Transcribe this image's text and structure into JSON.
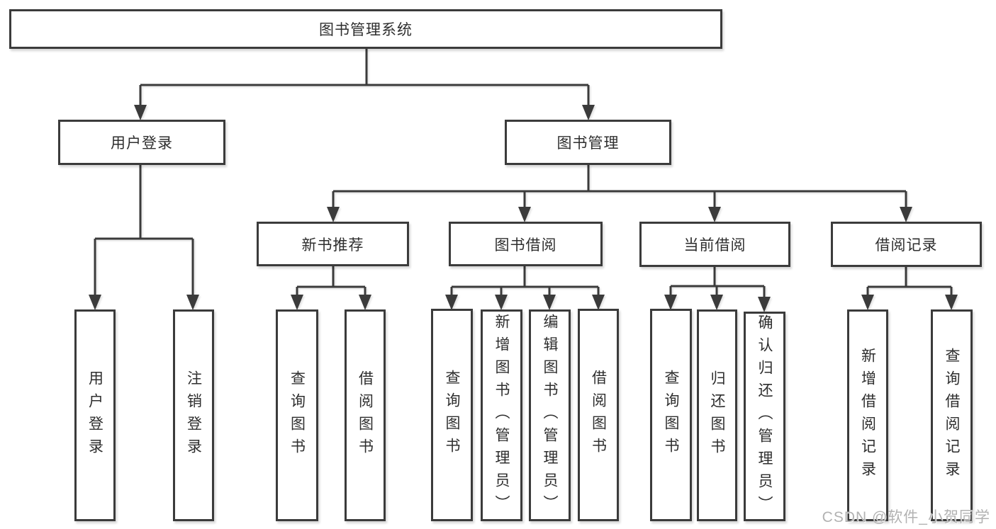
{
  "diagram": {
    "root": {
      "label": "图书管理系统"
    },
    "user_login": {
      "label": "用户登录",
      "children": [
        {
          "label": "用户登录"
        },
        {
          "label": "注销登录"
        }
      ]
    },
    "book_mgmt": {
      "label": "图书管理",
      "sections": [
        {
          "label": "新书推荐",
          "children": [
            {
              "label": "查询图书"
            },
            {
              "label": "借阅图书"
            }
          ]
        },
        {
          "label": "图书借阅",
          "children": [
            {
              "label": "查询图书"
            },
            {
              "label": "新增图书（管理员）"
            },
            {
              "label": "编辑图书（管理员）"
            },
            {
              "label": "借阅图书"
            }
          ]
        },
        {
          "label": "当前借阅",
          "children": [
            {
              "label": "查询图书"
            },
            {
              "label": "归还图书"
            },
            {
              "label": "确认归还（管理员）"
            }
          ]
        },
        {
          "label": "借阅记录",
          "children": [
            {
              "label": "新增借阅记录"
            },
            {
              "label": "查询借阅记录"
            }
          ]
        }
      ]
    },
    "colors": {
      "line": "#3b3b3b",
      "text": "#2e2e2e",
      "watermark": "#b2b2b2"
    },
    "watermark": "CSDN @软件_小贺同学"
  }
}
